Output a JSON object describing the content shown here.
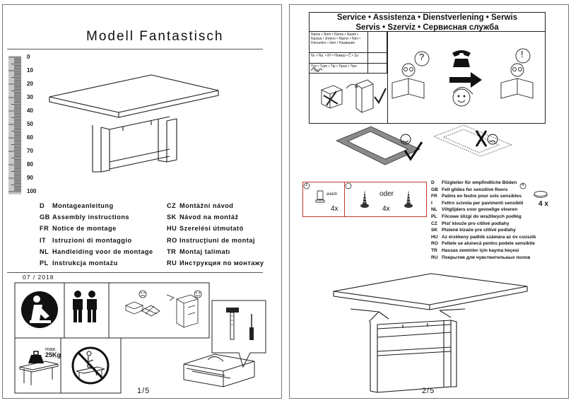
{
  "page1": {
    "title": "Modell Fantastisch",
    "scale_ticks": [
      "0",
      "10",
      "20",
      "30",
      "40",
      "50",
      "60",
      "70",
      "80",
      "90",
      "100"
    ],
    "languages_left": [
      {
        "code": "D",
        "text": "Montageanleitung"
      },
      {
        "code": "GB",
        "text": "Assembly instructions"
      },
      {
        "code": "FR",
        "text": "Notice de montage"
      },
      {
        "code": "IT",
        "text": "Istruzioni di montaggio"
      },
      {
        "code": "NL",
        "text": "Handleiding voor de montage"
      },
      {
        "code": "PL",
        "text": "Instrukcja montażu"
      }
    ],
    "languages_right": [
      {
        "code": "CZ",
        "text": "Montážní návod"
      },
      {
        "code": "SK",
        "text": "Návod na montáž"
      },
      {
        "code": "HU",
        "text": "Szerelési útmutató"
      },
      {
        "code": "RO",
        "text": "Instrucţiuni de montaj"
      },
      {
        "code": "TR",
        "text": "Montaj talimatı"
      },
      {
        "code": "RU",
        "text": "Инструкция по монтажу"
      }
    ],
    "date": "07 / 2018",
    "max_label": "max.",
    "weight": "25Kg",
    "page_number": "1/5"
  },
  "page2": {
    "service_title_line1": "Service • Assistenza • Dienstverlening • Serwis",
    "service_title_line2": "Servis • Szerviz • Сервисная служба",
    "form_name": "Name • Nom • Nome • Naam • Nazwa • Jméno • Názov • Név • Denumire • İsim • Название",
    "form_nr": "Nr. • No. • Nº • Номер • Č • Sz",
    "form_typ": "Typ • Type • Tip • Tipus • Tipo • Тип",
    "question_mark": "?",
    "exclamation_mark": "!",
    "part1_number": "1",
    "part1_label": "weich",
    "part1_qty": "4x",
    "oder_label": "oder",
    "part2_qty": "4x",
    "part4_number": "4",
    "part4_qty": "4 x",
    "felt_glides": [
      {
        "code": "D",
        "text": "Filzgleiter für empfindliche Böden"
      },
      {
        "code": "GB",
        "text": "Felt glides for sensitive floors"
      },
      {
        "code": "FR",
        "text": "Patins en feutre pour sols sensibles"
      },
      {
        "code": "I",
        "text": "Feltro scivola per pavimenti sensibili"
      },
      {
        "code": "NL",
        "text": "Viltglijders voor gevoelige vloeren"
      },
      {
        "code": "PL",
        "text": "Filcowe ślizgi do wrażliwych podłóg"
      },
      {
        "code": "CZ",
        "text": "Plsť klouže pro citlivé podlahy"
      },
      {
        "code": "SK",
        "text": "Plstené klzače pre citlivé podlahy"
      },
      {
        "code": "HU",
        "text": "Az érzékeny padlók számára az óv csúszik"
      },
      {
        "code": "RO",
        "text": "Feltele se alunecă pentru podele sensibile"
      },
      {
        "code": "TR",
        "text": "Hassas zeminler için kayma keçesi"
      },
      {
        "code": "RU",
        "text": "Покрытия для чувствительных полов"
      }
    ],
    "page_number": "2/5"
  },
  "colors": {
    "parts_box_border": "#c0392b",
    "line": "#1a1a1a",
    "floor_gray": "#8a8a8a"
  },
  "icons": [
    "ruler-scale-icon",
    "manual-reading-icon",
    "two-persons-icon",
    "sad-face-icon",
    "happy-face-icon",
    "hammer-icon",
    "screwdriver-icon",
    "toolbox-icon",
    "weight-icon",
    "no-sitting-icon",
    "telephone-icon",
    "arrow-right-icon",
    "screw-icon",
    "felt-glide-icon"
  ]
}
